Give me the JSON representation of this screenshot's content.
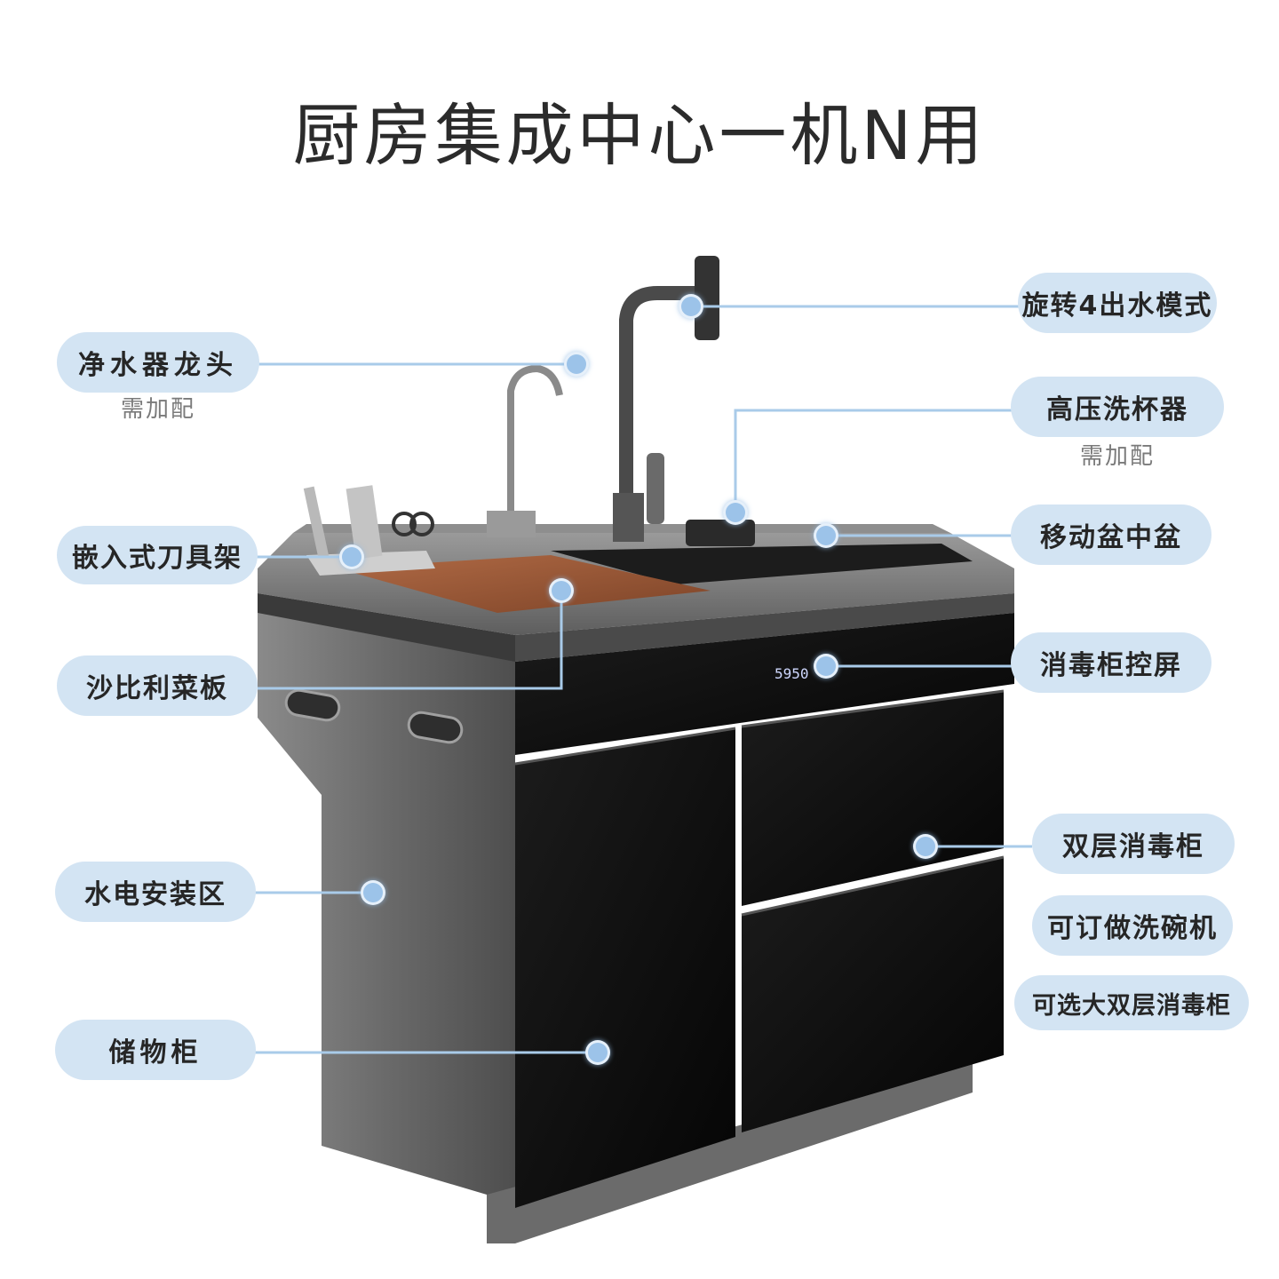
{
  "title": "厨房集成中心一机N用",
  "display_readout": "5950",
  "callouts": {
    "faucet_rotate": "旋转4出水模式",
    "purifier_faucet": "净水器龙头",
    "purifier_note": "需加配",
    "cup_washer": "高压洗杯器",
    "cup_washer_note": "需加配",
    "knife_rack": "嵌入式刀具架",
    "movable_basin": "移动盆中盆",
    "cutting_board": "沙比利菜板",
    "sterilizer_panel": "消毒柜控屏",
    "utility_zone": "水电安装区",
    "double_sterilizer": "双层消毒柜",
    "dishwasher_option": "可订做洗碗机",
    "large_sterilizer_option": "可选大双层消毒柜",
    "storage_cabinet": "储物柜"
  },
  "colors": {
    "pill_bg": "#d3e4f3",
    "leader_line": "#a9cbe9",
    "hotspot": "#9cc3e9",
    "cabinet_black": "#0d0d0d",
    "steel": "#6f6f6f",
    "wood": "#9a5a3a"
  }
}
